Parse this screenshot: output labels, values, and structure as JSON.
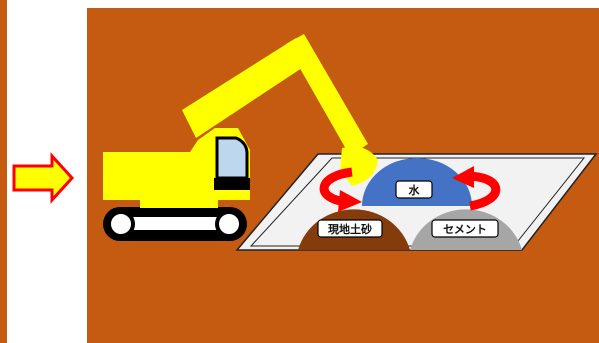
{
  "materials": {
    "water": "水",
    "soil": "現地土砂",
    "cement": "セメント"
  },
  "icons": {
    "process_arrow": "right-arrow-icon",
    "machine": "excavator-icon",
    "mixing_arrows": "rotate-arrow-icon"
  },
  "colors": {
    "ground": "#C55A11",
    "excavator_body": "#FFFF00",
    "excavator_window": "#BDD7EE",
    "water": "#4472C4",
    "soil": "#843C0C",
    "cement": "#A6A6A6",
    "pit": "#F2F2F2",
    "mixing_arrow": "#FF0000",
    "process_arrow_fill": "#FFFF00",
    "process_arrow_stroke": "#FF0000"
  }
}
